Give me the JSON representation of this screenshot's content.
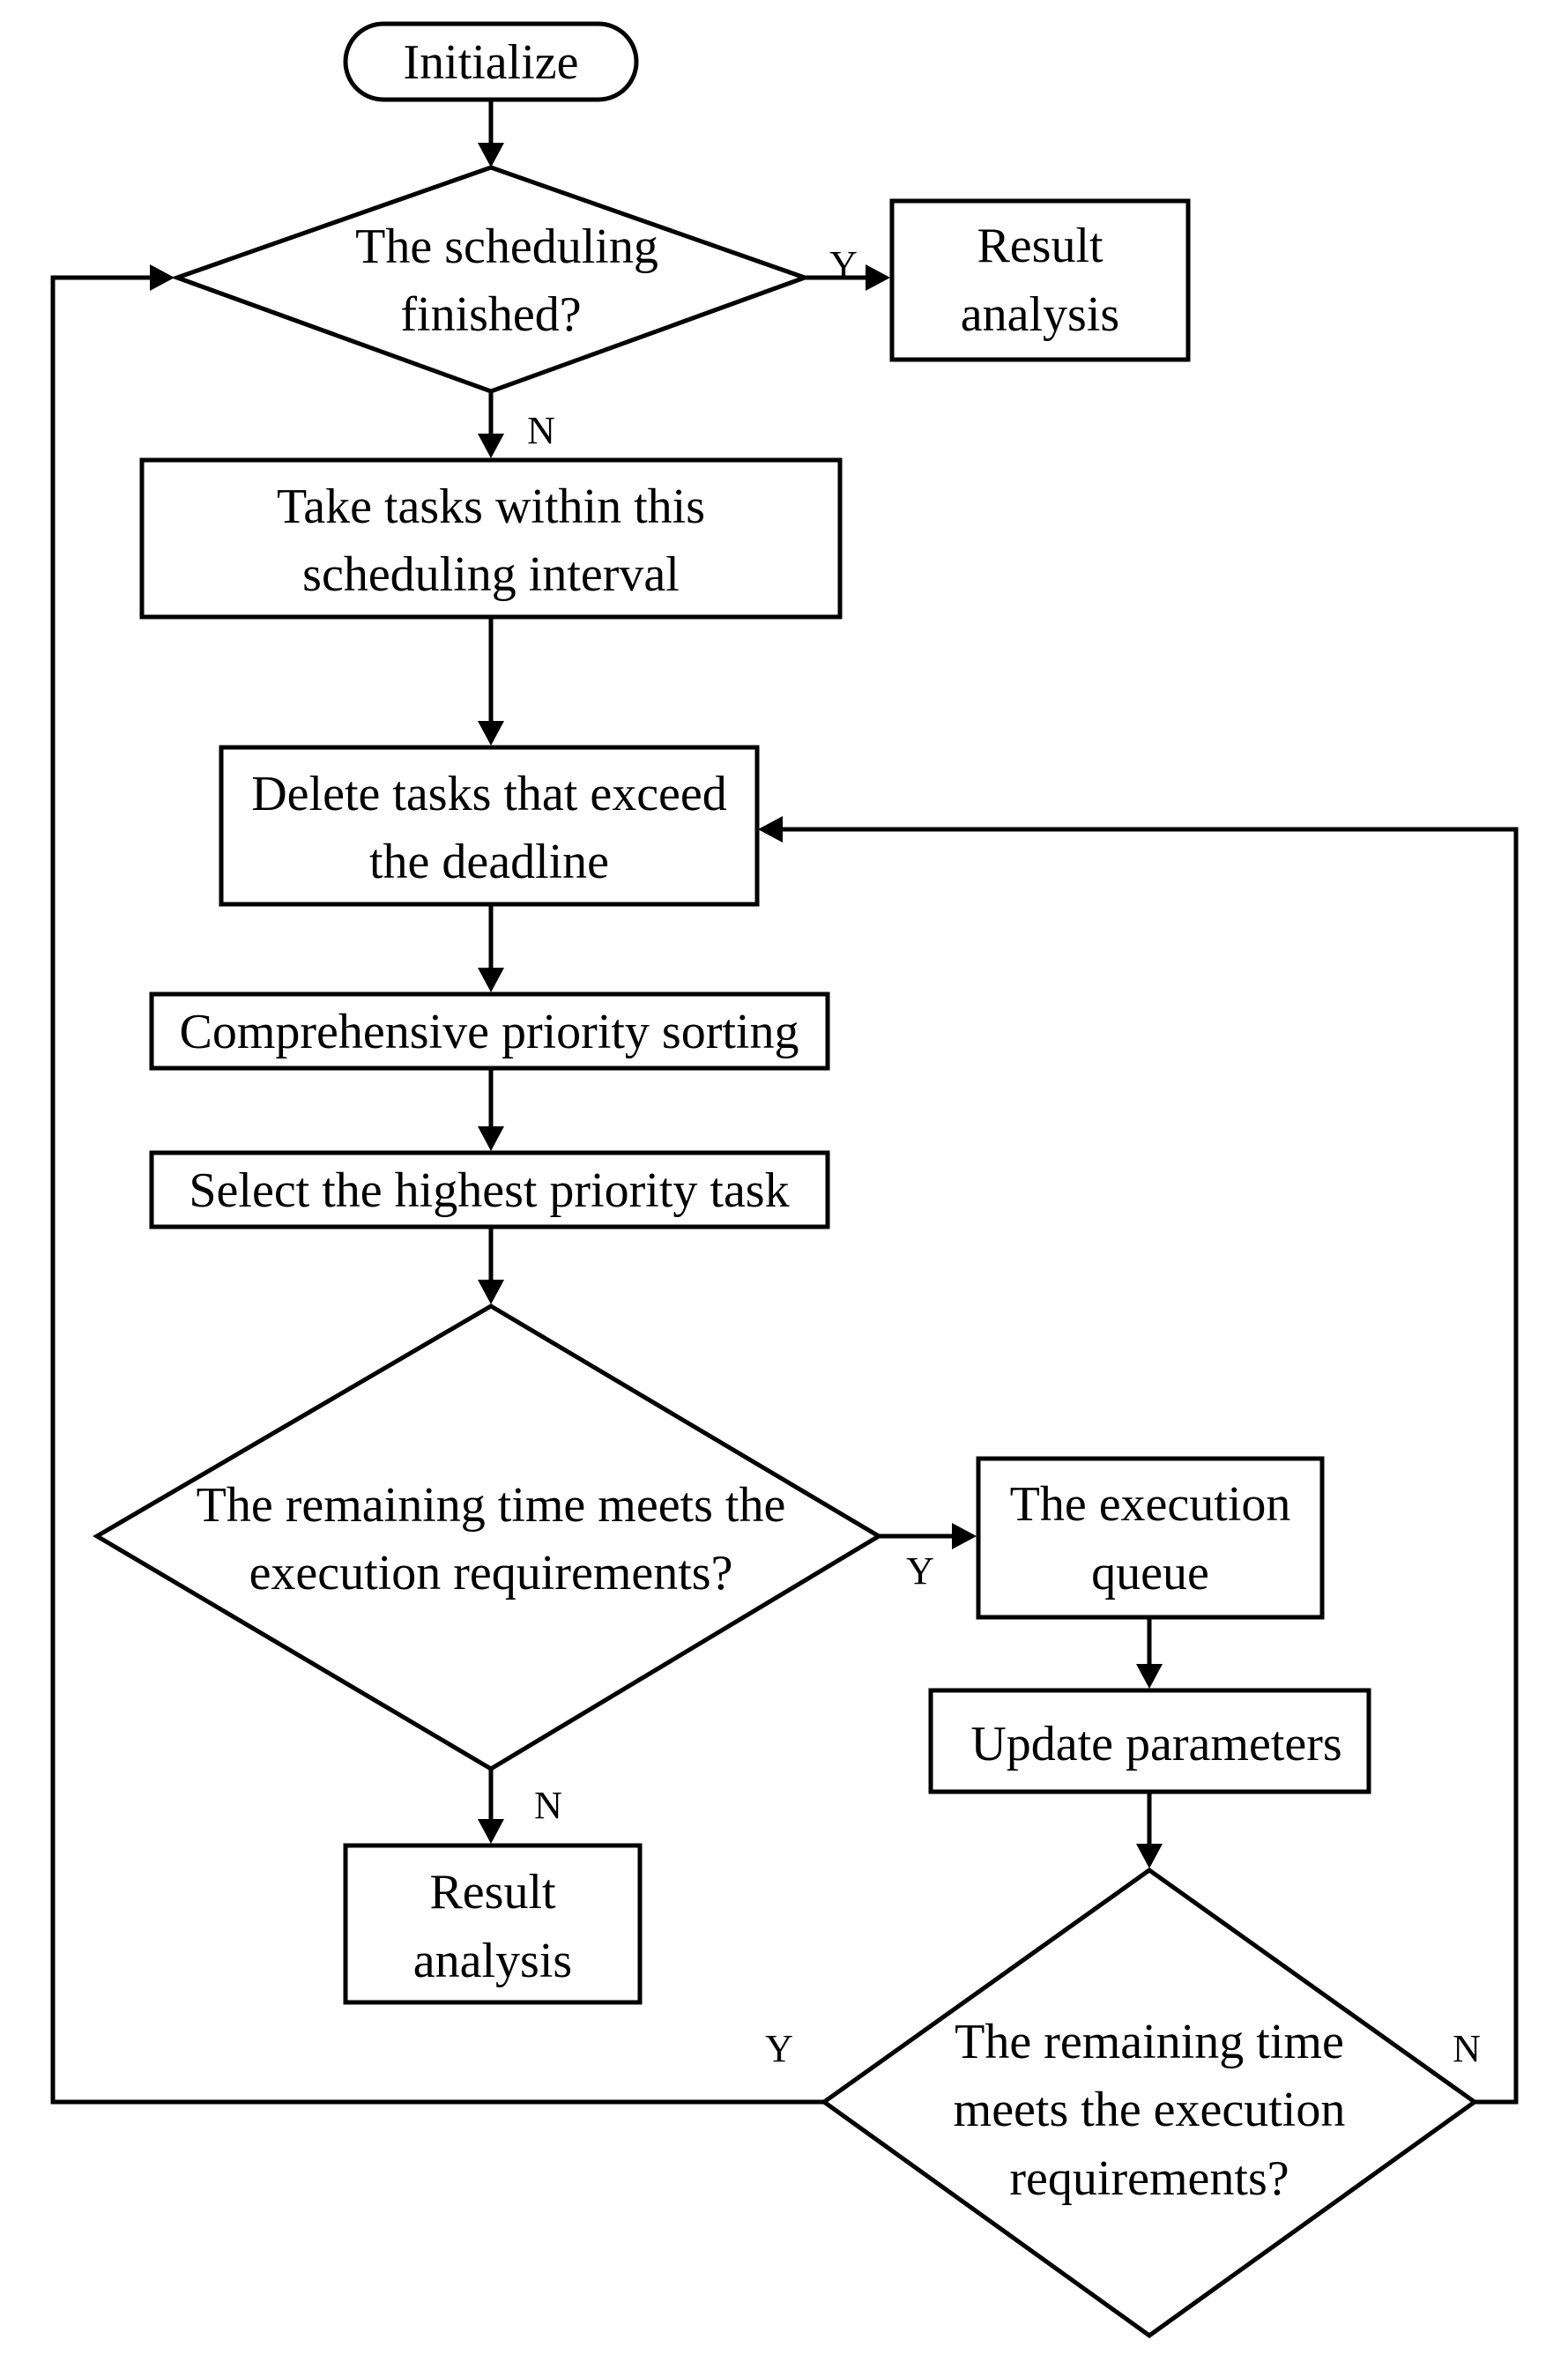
{
  "flowchart": {
    "nodes": {
      "initialize": {
        "lines": [
          "Initialize"
        ]
      },
      "scheduling_finished": {
        "lines": [
          "The scheduling",
          "finished?"
        ]
      },
      "result_analysis_top": {
        "lines": [
          "Result",
          "analysis"
        ]
      },
      "take_tasks": {
        "lines": [
          "Take tasks within this",
          "scheduling interval"
        ]
      },
      "delete_tasks": {
        "lines": [
          "Delete tasks that exceed",
          "the deadline"
        ]
      },
      "priority_sorting": {
        "lines": [
          "Comprehensive priority sorting"
        ]
      },
      "select_highest": {
        "lines": [
          "Select the highest priority task"
        ]
      },
      "remaining_time_check_1": {
        "lines": [
          "The remaining time meets the",
          "execution requirements?"
        ]
      },
      "execution_queue": {
        "lines": [
          "The execution",
          "queue"
        ]
      },
      "update_parameters": {
        "lines": [
          "Update parameters"
        ]
      },
      "result_analysis_bottom": {
        "lines": [
          "Result",
          "analysis"
        ]
      },
      "remaining_time_check_2": {
        "lines": [
          "The remaining time",
          "meets the execution",
          "requirements?"
        ]
      }
    },
    "edge_labels": {
      "finished_yes": "Y",
      "finished_no": "N",
      "check1_yes": "Y",
      "check1_no": "N",
      "check2_yes": "Y",
      "check2_no": "N"
    }
  }
}
